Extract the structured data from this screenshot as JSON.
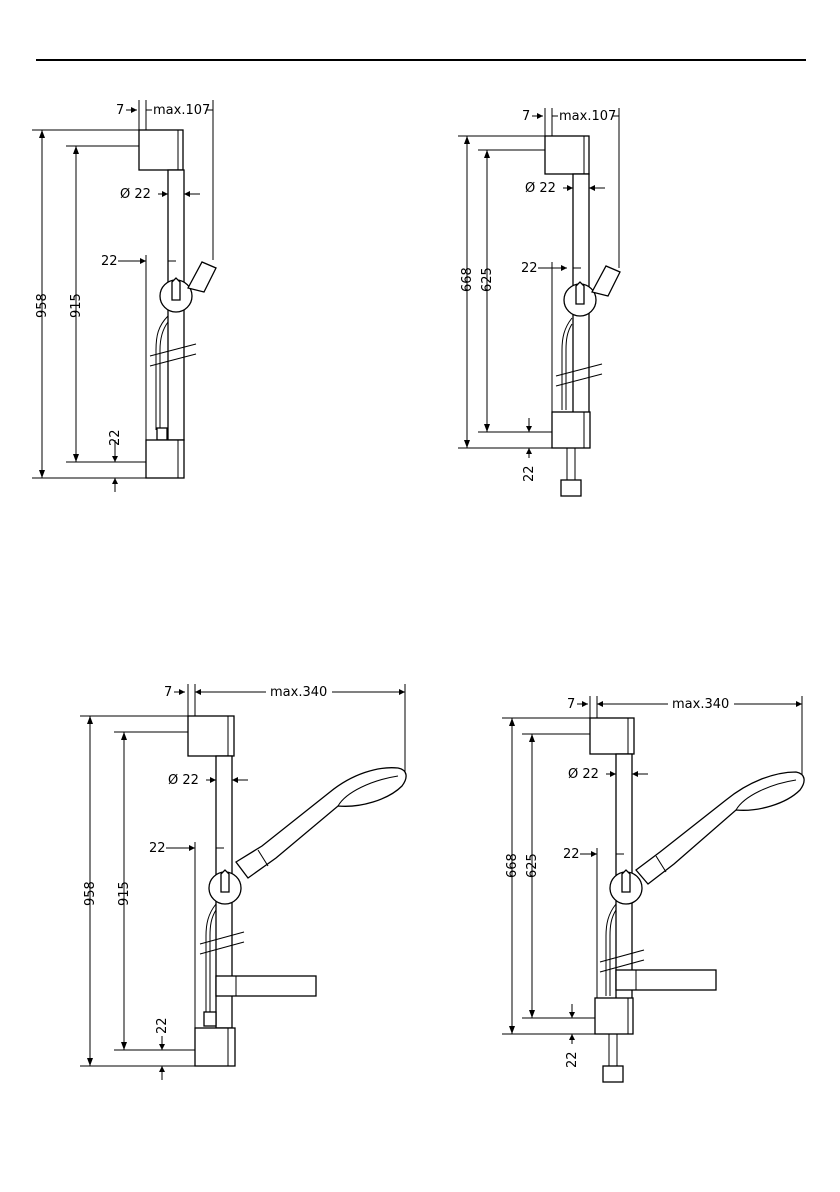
{
  "diagrams": [
    {
      "offset": "7",
      "reach": "max.107",
      "diameter": "Ø 22",
      "spacing": "22",
      "total_height": "958",
      "rail_height": "915",
      "bottom": "22"
    },
    {
      "offset": "7",
      "reach": "max.107",
      "diameter": "Ø 22",
      "spacing": "22",
      "total_height": "668",
      "rail_height": "625",
      "bottom": "22"
    },
    {
      "offset": "7",
      "reach": "max.340",
      "diameter": "Ø 22",
      "spacing": "22",
      "total_height": "958",
      "rail_height": "915",
      "bottom": "22"
    },
    {
      "offset": "7",
      "reach": "max.340",
      "diameter": "Ø 22",
      "spacing": "22",
      "total_height": "668",
      "rail_height": "625",
      "bottom": "22"
    }
  ]
}
